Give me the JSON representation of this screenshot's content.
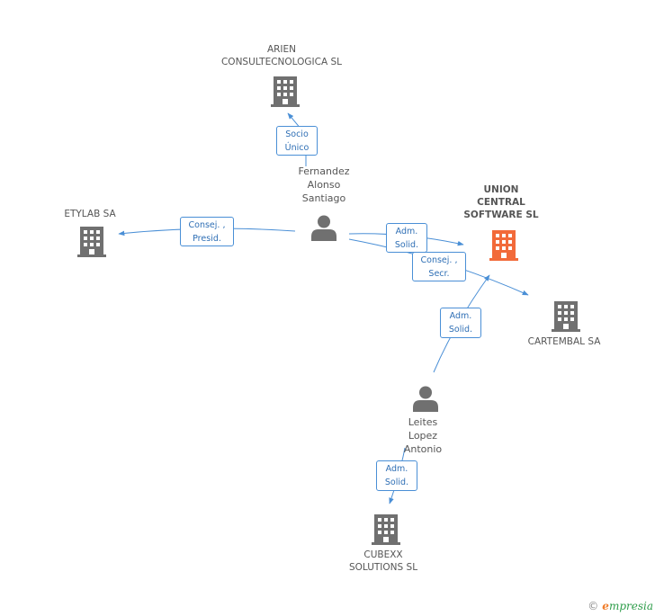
{
  "nodes": {
    "arien": {
      "name": "ARIEN\nCONSULTECNOLOGICA SL",
      "type": "company",
      "color": "#707070"
    },
    "etylab": {
      "name": "ETYLAB SA",
      "type": "company",
      "color": "#707070"
    },
    "union": {
      "name": "UNION\nCENTRAL\nSOFTWARE SL",
      "type": "company",
      "color": "#f26a3a",
      "focus": true
    },
    "cartembal": {
      "name": "CARTEMBAL SA",
      "type": "company",
      "color": "#707070"
    },
    "cubexx": {
      "name": "CUBEXX\nSOLUTIONS SL",
      "type": "company",
      "color": "#707070"
    },
    "fernandez": {
      "name": "Fernandez\nAlonso\nSantiago",
      "type": "person",
      "color": "#707070"
    },
    "leites": {
      "name": "Leites\nLopez\nAntonio",
      "type": "person",
      "color": "#707070"
    }
  },
  "edges": {
    "socio_unico": {
      "label": "Socio\nÚnico",
      "from": "fernandez",
      "to": "arien"
    },
    "consej_presid": {
      "label": "Consej. ,\nPresid.",
      "from": "fernandez",
      "to": "etylab"
    },
    "adm_solid_union": {
      "label": "Adm.\nSolid.",
      "from": "fernandez",
      "to": "union"
    },
    "consej_secr": {
      "label": "Consej. ,\nSecr.",
      "from": "fernandez",
      "to": "cartembal"
    },
    "adm_solid_leites": {
      "label": "Adm.\nSolid.",
      "from": "leites",
      "to": "union"
    },
    "adm_solid_cubexx": {
      "label": "Adm.\nSolid.",
      "from": "leites",
      "to": "cubexx"
    }
  },
  "edge_color": "#4a8fd6",
  "footer": {
    "copyright": "©",
    "brand_initial": "e",
    "brand_rest": "mpresia"
  }
}
